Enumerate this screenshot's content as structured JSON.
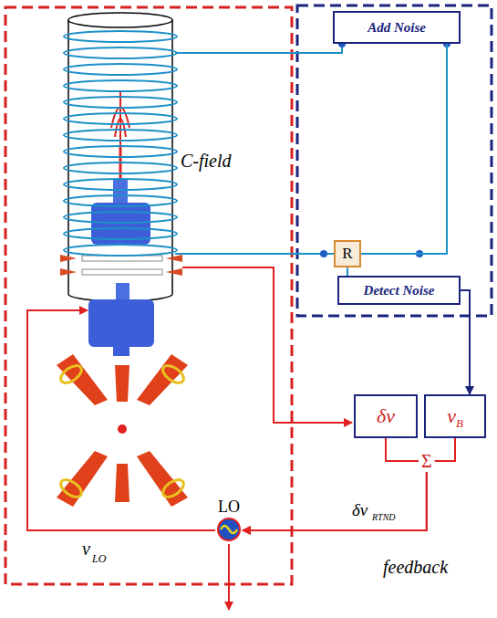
{
  "diagram": {
    "nodes": [
      {
        "text": [
          "Add Noise"
        ]
      },
      {
        "text": [
          "R"
        ]
      },
      {
        "text": [
          "Detect Noise"
        ]
      },
      {
        "text": [
          "δν"
        ]
      },
      {
        "text": [
          "ν",
          "B"
        ]
      },
      {
        "text": [
          "LO"
        ]
      }
    ],
    "edges": [
      {
        "from": 0,
        "to": 1,
        "arrow": "none"
      },
      {
        "from": 1,
        "to": 2,
        "arrow": "none"
      },
      {
        "from": 2,
        "to": 4,
        "arrow": "to"
      },
      {
        "from": 3,
        "to": 5,
        "arrow": "to"
      },
      {
        "from": 4,
        "to": 5,
        "arrow": "to"
      }
    ],
    "labels": [
      "C-field",
      "Σ",
      "δν",
      "RTND",
      "feedback",
      "ν",
      "LO"
    ]
  }
}
